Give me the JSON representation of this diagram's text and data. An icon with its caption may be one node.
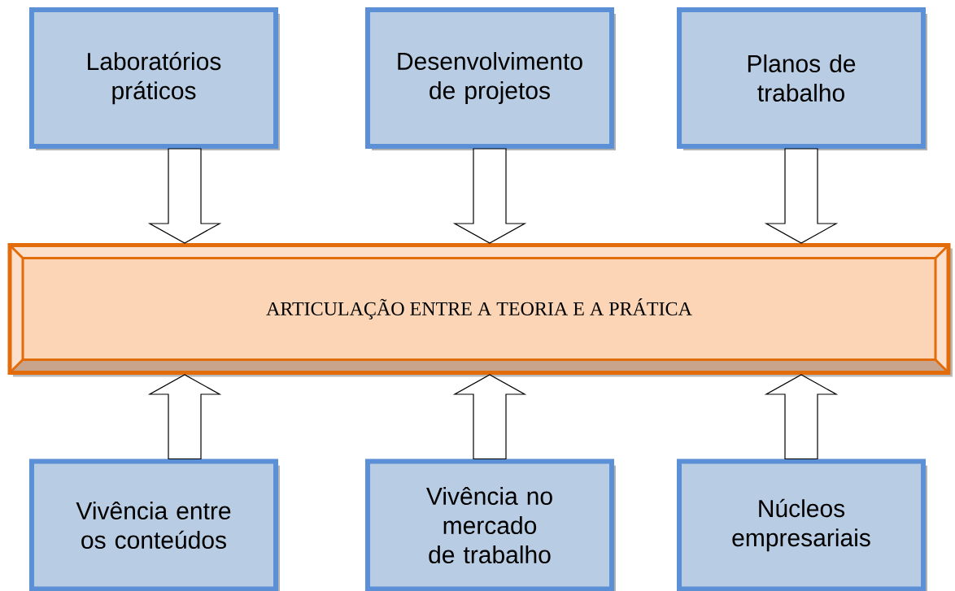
{
  "diagram": {
    "nodes": [
      {
        "text": [
          "Laboratórios práticos"
        ]
      },
      {
        "text": [
          "Desenvolvimento de projetos"
        ]
      },
      {
        "text": [
          "Planos de trabalho"
        ]
      },
      {
        "text": [
          "ARTICULAÇÃO ENTRE A TEORIA E A PRÁTICA"
        ]
      },
      {
        "text": [
          "Vivência entre os conteúdos"
        ]
      },
      {
        "text": [
          "Vivência no mercado de trabalho"
        ]
      },
      {
        "text": [
          "Núcleos empresariais"
        ]
      }
    ],
    "edges": [
      {
        "from": 0,
        "to": 3,
        "arrow": "to"
      },
      {
        "from": 1,
        "to": 3,
        "arrow": "to"
      },
      {
        "from": 2,
        "to": 3,
        "arrow": "to"
      },
      {
        "from": 4,
        "to": 3,
        "arrow": "to"
      },
      {
        "from": 5,
        "to": 3,
        "arrow": "to"
      },
      {
        "from": 6,
        "to": 3,
        "arrow": "to"
      }
    ]
  }
}
